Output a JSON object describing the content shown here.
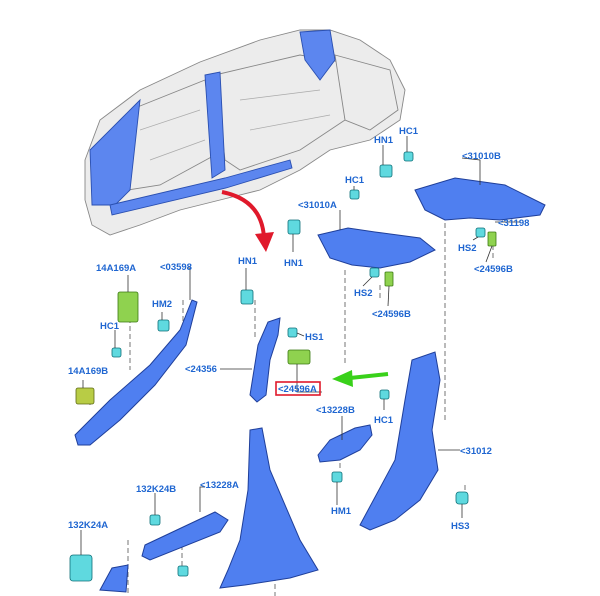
{
  "diagram": {
    "labels": {
      "hn1_top": "HN1",
      "hc1_top": "HC1",
      "p31010b": "<31010B",
      "hc1_mid": "HC1",
      "p31010a": "<31010A",
      "hn1_mid": "HN1",
      "p31198": "<31198",
      "hs2_right": "HS2",
      "p24596b_right": "<24596B",
      "hs2_mid": "HS2",
      "p24596b_mid": "<24596B",
      "p14a169a": "14A169A",
      "p03598": "<03598",
      "hn1_left": "HN1",
      "hm2": "HM2",
      "hc1_left": "HC1",
      "hs1": "HS1",
      "p14a169b": "14A169B",
      "p24356": "<24356",
      "p24596a": "<24596A",
      "p13228b": "<13228B",
      "hc1_lower": "HC1",
      "p31012": "<31012",
      "p132k24b": "132K24B",
      "p13228a": "<13228A",
      "hm1": "HM1",
      "hs3": "HS3",
      "p132k24a": "132K24A"
    },
    "colors": {
      "label": "#1f66d1",
      "trim": "#4f7ff0",
      "highlight_box": "#e0192b",
      "red_arrow": "#e0192b",
      "green_arrow": "#39d11a"
    }
  }
}
